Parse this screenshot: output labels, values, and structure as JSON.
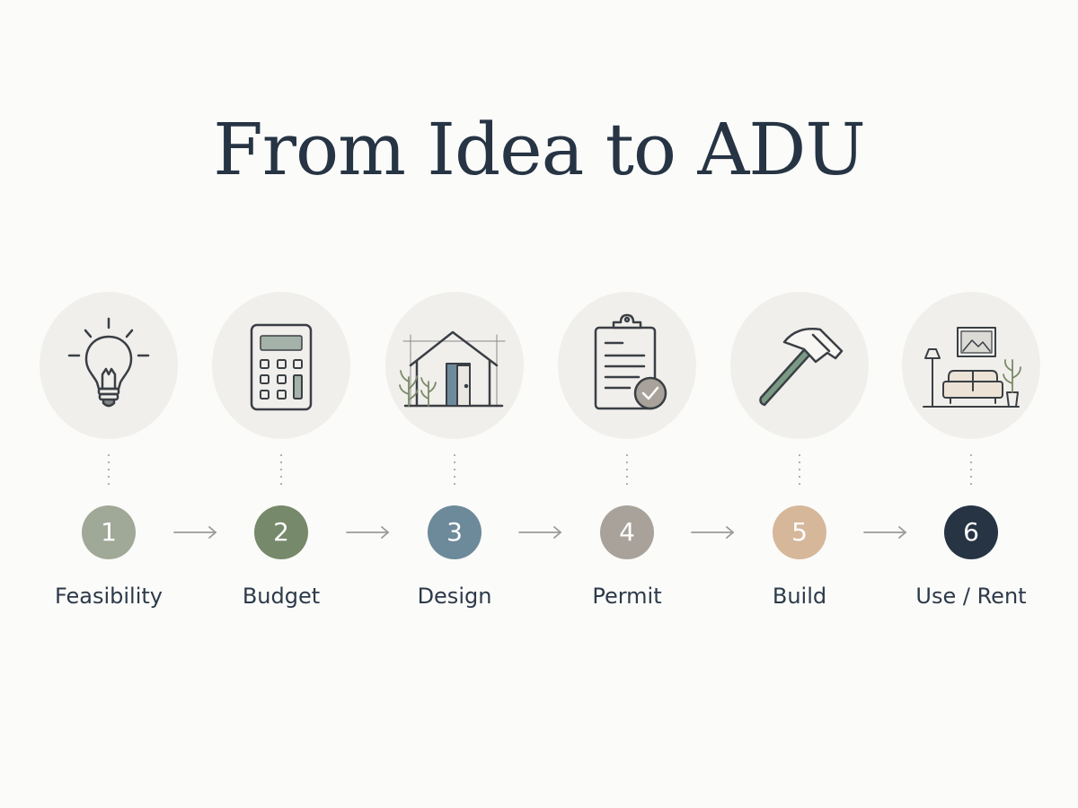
{
  "title": "From Idea to ADU",
  "steps": [
    {
      "number": "1",
      "label": "Feasibility",
      "icon": "lightbulb-icon",
      "color": "#a0a898"
    },
    {
      "number": "2",
      "label": "Budget",
      "icon": "calculator-icon",
      "color": "#76896a"
    },
    {
      "number": "3",
      "label": "Design",
      "icon": "house-plan-icon",
      "color": "#6d8a9a"
    },
    {
      "number": "4",
      "label": "Permit",
      "icon": "clipboard-check-icon",
      "color": "#a8a29a"
    },
    {
      "number": "5",
      "label": "Build",
      "icon": "hammer-icon",
      "color": "#d6b79a"
    },
    {
      "number": "6",
      "label": "Use / Rent",
      "icon": "living-room-icon",
      "color": "#263444"
    }
  ],
  "colors": {
    "title": "#263444",
    "icon_stroke": "#3a3f45",
    "icon_background": "#f1efeb",
    "arrow": "#9a9a9a"
  }
}
